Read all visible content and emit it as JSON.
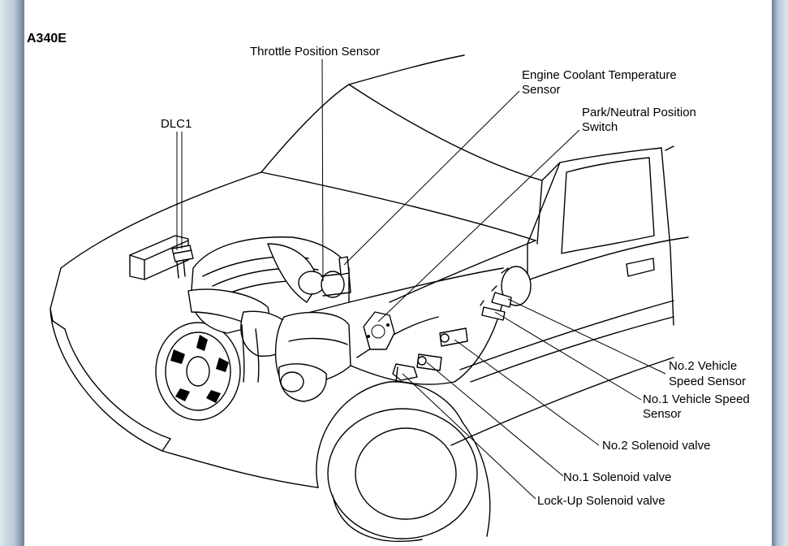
{
  "model_code": "A340E",
  "labels": {
    "throttle_position_sensor": "Throttle Position Sensor",
    "engine_coolant_temp_line1": "Engine Coolant Temperature",
    "engine_coolant_temp_line2": "Sensor",
    "park_neutral_line1": "Park/Neutral Position",
    "park_neutral_line2": "Switch",
    "dlc1": "DLC1",
    "no2_vehicle_speed_line1": "No.2 Vehicle",
    "no2_vehicle_speed_line2": "Speed Sensor",
    "no1_vehicle_speed_line1": "No.1 Vehicle Speed",
    "no1_vehicle_speed_line2": "Sensor",
    "no2_solenoid": "No.2 Solenoid valve",
    "no1_solenoid": "No.1 Solenoid valve",
    "lockup_solenoid": "Lock-Up Solenoid valve"
  },
  "colors": {
    "page_background": "#ffffff",
    "line_art": "#000000",
    "window_frame": "#b9c6d6"
  }
}
